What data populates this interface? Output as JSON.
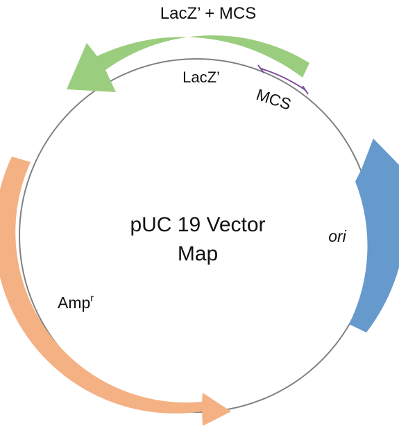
{
  "title": {
    "line1": "pUC 19 Vector",
    "line2": "Map"
  },
  "features": {
    "lacz_mcs": {
      "label": "LacZ’ + MCS",
      "color": "#9ACD7E"
    },
    "lacz": {
      "label": "LacZ’"
    },
    "mcs": {
      "label": "MCS",
      "color": "#7B4C9C"
    },
    "ori": {
      "label": "ori",
      "color": "#6699CC"
    },
    "ampr": {
      "label": "Amp",
      "superscript": "r",
      "color": "#F4B183"
    }
  },
  "backbone_color": "#808080"
}
